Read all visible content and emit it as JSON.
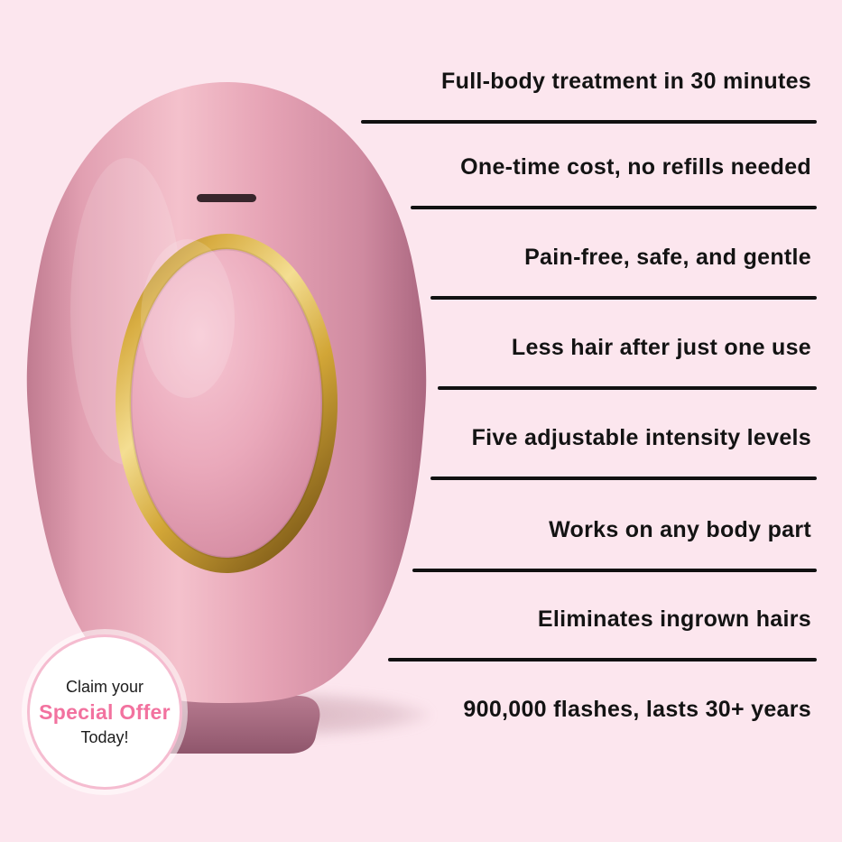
{
  "page": {
    "background_color": "#fce6ee"
  },
  "features": [
    {
      "label": "Full-body treatment in 30 minutes"
    },
    {
      "label": "One-time cost, no refills needed"
    },
    {
      "label": "Pain-free, safe, and gentle"
    },
    {
      "label": "Less hair after just one use"
    },
    {
      "label": "Five adjustable intensity levels"
    },
    {
      "label": "Works on any body part"
    },
    {
      "label": "Eliminates ingrown hairs"
    },
    {
      "label": "900,000 flashes, lasts 30+ years"
    }
  ],
  "badge": {
    "line1": "Claim your",
    "line2": "Special Offer",
    "line3": "Today!",
    "accent_color": "#f2729f"
  },
  "device": {
    "icon": "ipl-hair-removal-device-illustration",
    "body_color": "#e7a7b9",
    "ring_color": "#d4a943",
    "divider_color": "#111111",
    "text_color": "#131313"
  }
}
